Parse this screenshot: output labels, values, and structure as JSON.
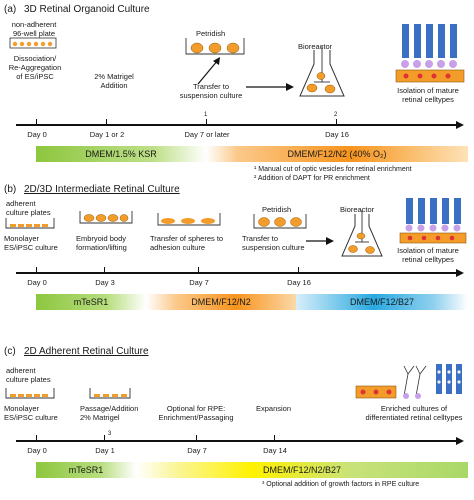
{
  "panels": {
    "a": {
      "label": "(a)",
      "title": "3D Retinal Organoid Culture",
      "plate_note": "non-adherent\n96-well plate",
      "petridish": "Petridish",
      "bioreactor": "Bioreactor",
      "steps": [
        "Dissociation/\nRe-Aggregation\nof ES/iPSC",
        "2% Matrigel\nAddition",
        "Transfer to\nsuspension culture",
        "Isolation of mature\nretinal celltypes"
      ],
      "days": [
        "Day 0",
        "Day 1 or 2",
        "Day 7 or later",
        "Day 16"
      ],
      "marks": [
        "1",
        "2"
      ],
      "media": [
        "DMEM/1.5% KSR",
        "DMEM/F12/N2 (40% O₂)"
      ],
      "footnotes": [
        "¹ Manual cut of optic vesicles for retinal enrichment",
        "² Addition of DAPT for PR enrichment"
      ]
    },
    "b": {
      "label": "(b)",
      "title": "2D/3D Intermediate Retinal Culture",
      "plate_note": "adherent\nculture plates",
      "petridish": "Petridish",
      "bioreactor": "Bioreactor",
      "steps": [
        "Monolayer\nES/iPSC culture",
        "Embryoid body\nformation/lifting",
        "Transfer of spheres to\nadhesion culture",
        "Transfer to\nsuspension culture",
        "Isolation of mature\nretinal celltypes"
      ],
      "days": [
        "Day 0",
        "Day 3",
        "Day 7",
        "Day 16"
      ],
      "media": [
        "mTeSR1",
        "DMEM/F12/N2",
        "DMEM/F12/B27"
      ]
    },
    "c": {
      "label": "(c)",
      "title": "2D Adherent Retinal Culture",
      "plate_note": "adherent\nculture plates",
      "steps": [
        "Monolayer\nES/iPSC culture",
        "Passage/Addition\n2% Matrigel",
        "Optional for RPE:\nEnrichment/Passaging",
        "Expansion",
        "Enriched cultures of\ndifferentiated retinal celltypes"
      ],
      "days": [
        "Day 0",
        "Day 1",
        "Day 7",
        "Day 14"
      ],
      "marks": [
        "3"
      ],
      "media": [
        "mTeSR1",
        "DMEM/F12/N2/B27"
      ],
      "footnotes": [
        "³ Optional addition of growth factors in RPE culture"
      ]
    }
  },
  "colors": {
    "green": "#8dc63f",
    "orange": "#f7941d",
    "blue": "#29a9e0",
    "yellow": "#fff200",
    "cell": "#f39c2a",
    "cell_dark": "#8a5a10",
    "photoreceptor": "#3a6fc4"
  }
}
